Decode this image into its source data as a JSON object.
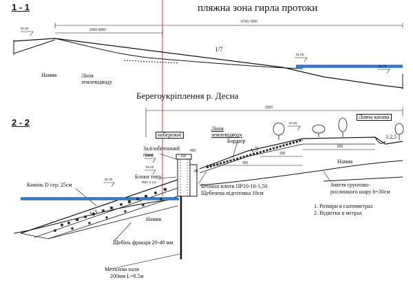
{
  "section_1": {
    "label": "1 - 1",
    "title": "пляжна зона гирла протоки",
    "dims": {
      "total": "6700-7000",
      "left": "2000-4000"
    },
    "elevations": {
      "top_left": "97.00",
      "water": "91.00",
      "bottom_right": "88.70"
    },
    "slope": "1/7",
    "labels": {
      "namyv": "Намив",
      "line_land": "Лінія\nземлевідводу"
    }
  },
  "caption": "Берегоукріплення р. Десна",
  "section_2": {
    "label": "2 - 2",
    "dims": {
      "total": "2300",
      "d500": "500",
      "d300": "300",
      "d900": "900",
      "d400": "400",
      "d1": "100",
      "d80": "80"
    },
    "elevations": {
      "e1": "97.60",
      "e2": "94.60",
      "e3": "93.40",
      "e4": "91.00"
    },
    "slopes": {
      "s1": "1:3",
      "s2": "1:3",
      "s3": "1:2,5"
    },
    "labels": {
      "embankment": "набережні",
      "reinforced_belt": "Залізобетонний\nпояс",
      "blocks": "Блоки типу",
      "blocks_sub": "ФБС 2,4,6",
      "stone": "Камінь D сер. 25см",
      "land_line": "Лінія\nземлевідводу",
      "border": "Бордюр",
      "ditch": "Ловча канава",
      "namyv": "Намив",
      "namyv2": "Намив",
      "concrete_slabs": "Бетонні плити ПР10-10-1,50",
      "gravel_prep": "Щебенева підготовка 10см",
      "topsoil": "Зняття грунтово-\nрослинного шару h=30см",
      "note1": "1. Розміри в сантиметрах",
      "note2": "2. Відмітки в метрах",
      "gravel": "Щебінь фракція 20-40 мм",
      "pile": "Металева паля",
      "pile_sub": "200мм L=8.5м"
    }
  }
}
